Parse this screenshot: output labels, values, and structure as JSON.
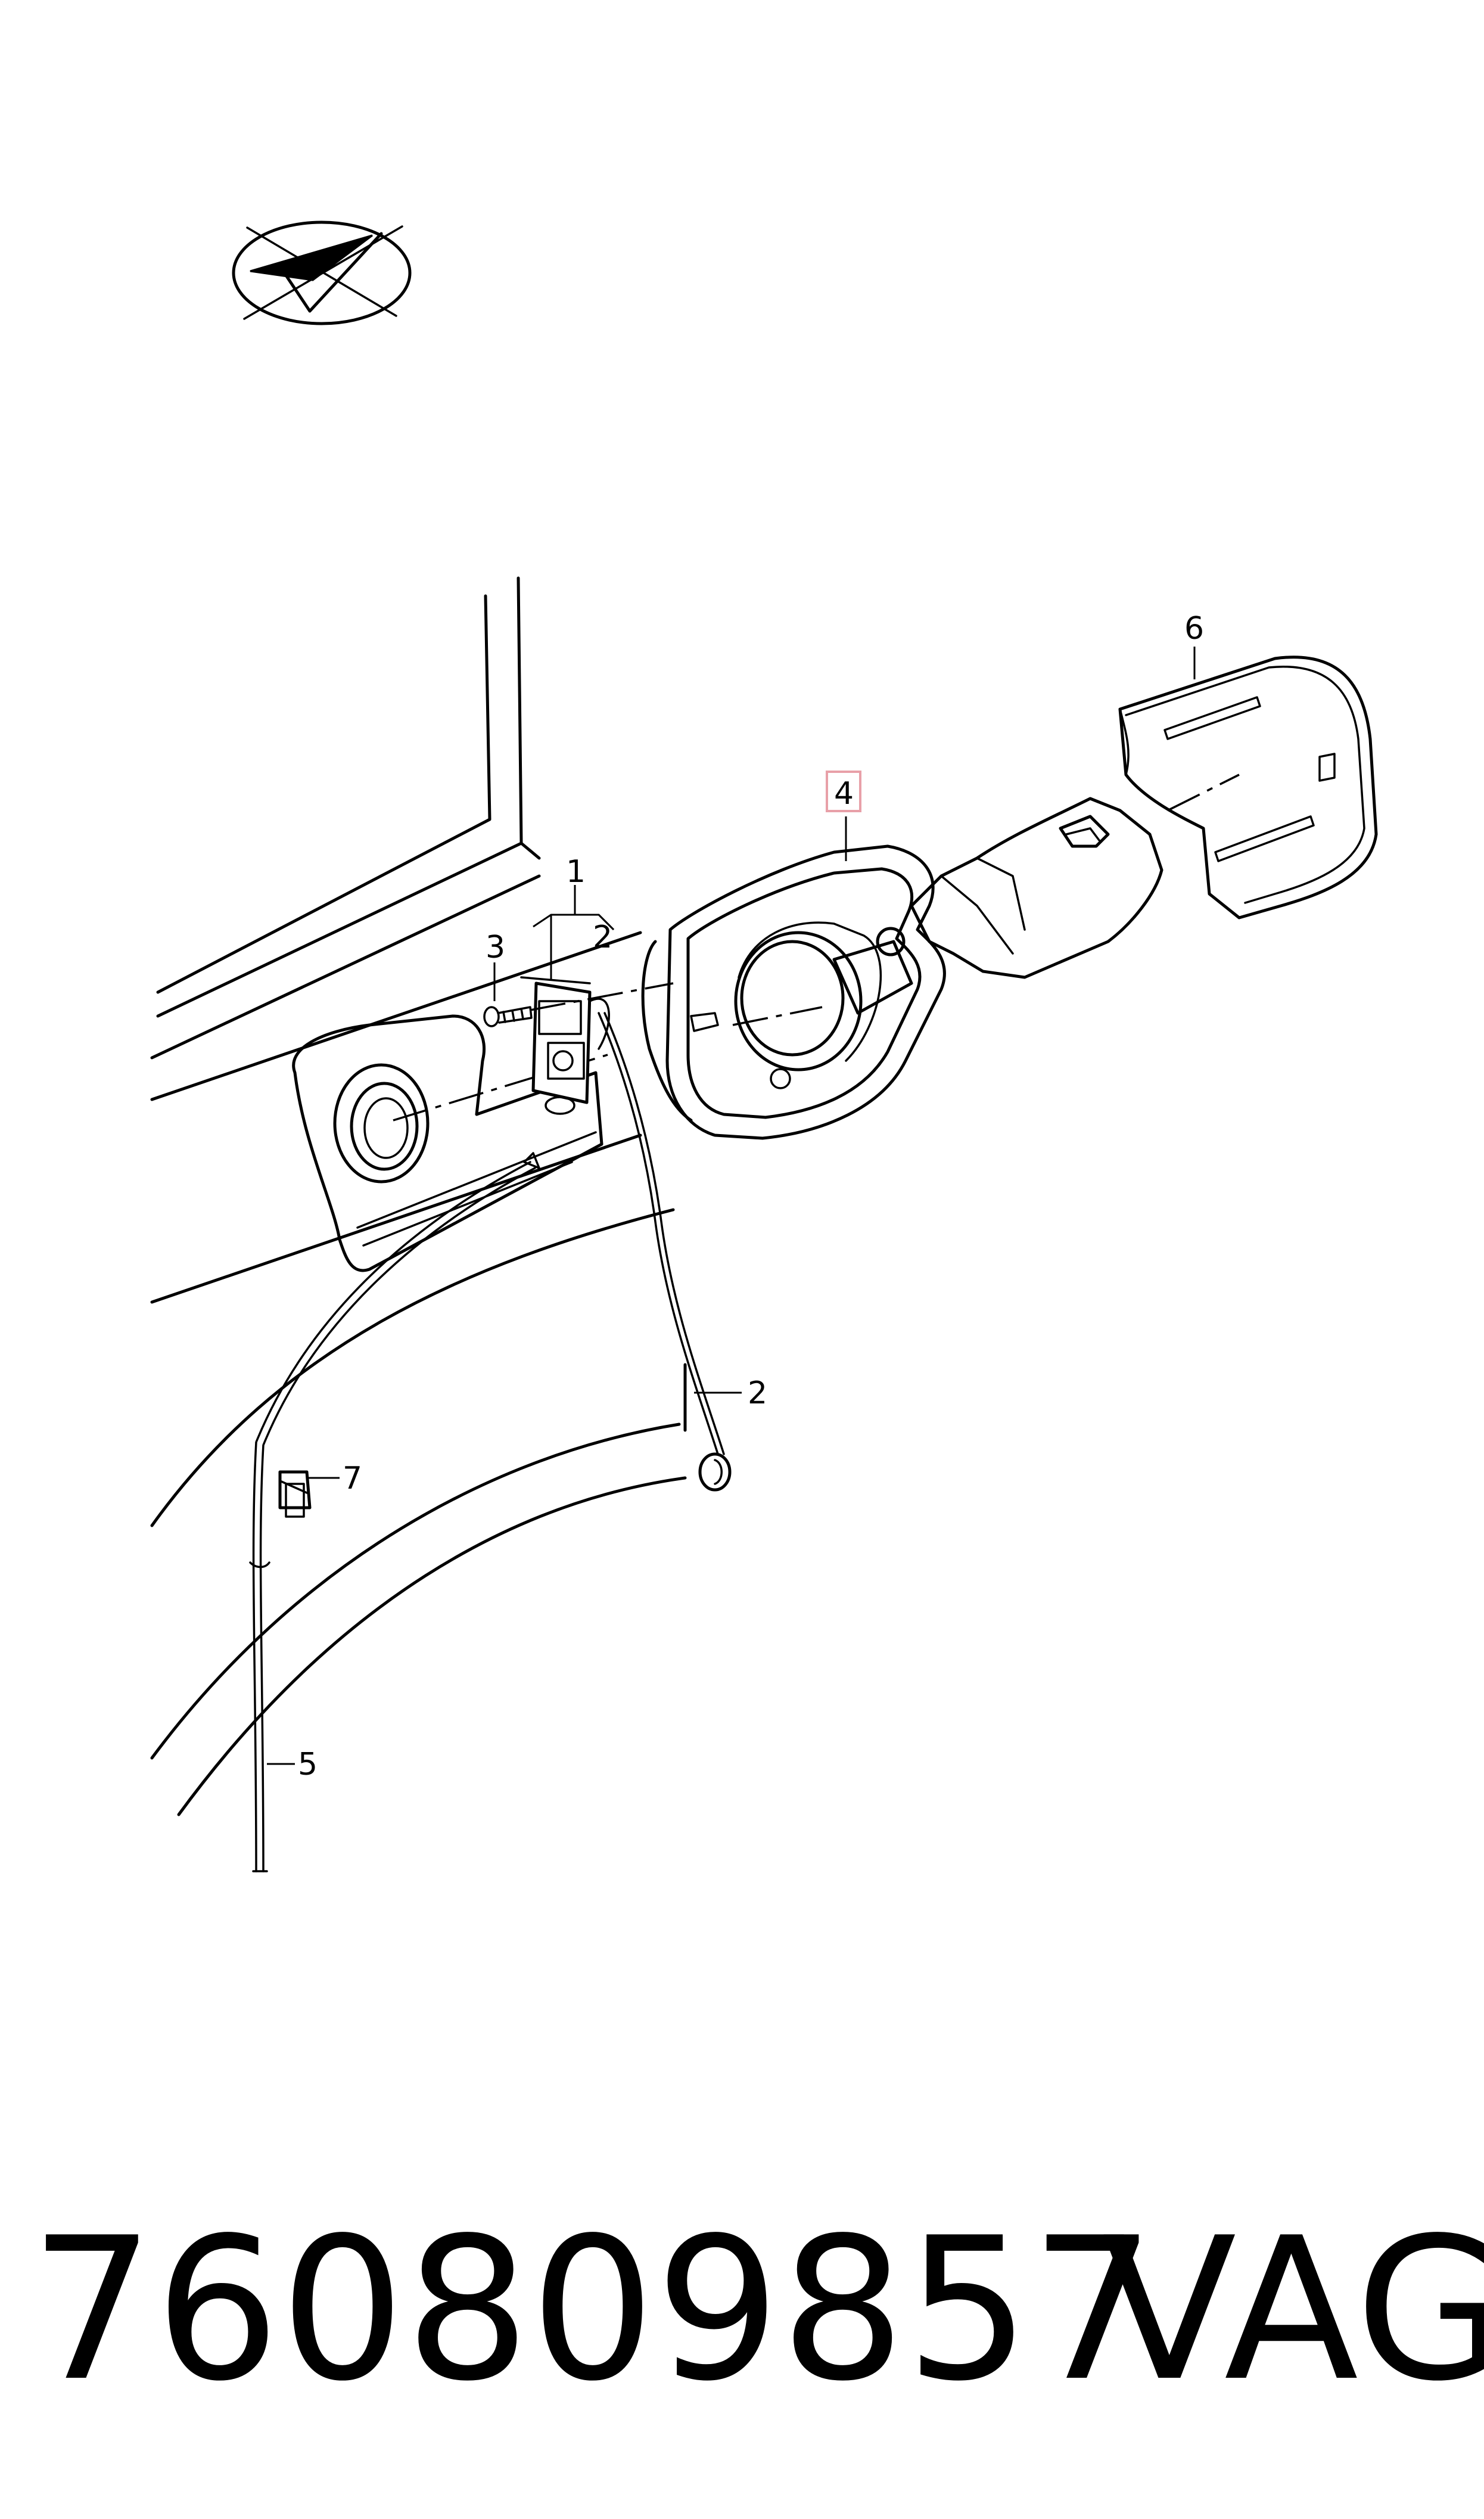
{
  "callouts": {
    "c1": "1",
    "c2_upper": "2",
    "c2_lower": "2",
    "c3": "3",
    "c4": "4",
    "c5": "5",
    "c6": "6",
    "c7": "7"
  },
  "highlight_color": "#e8a0a8",
  "caption": {
    "part_number": "760809857",
    "brand": "VAG"
  }
}
